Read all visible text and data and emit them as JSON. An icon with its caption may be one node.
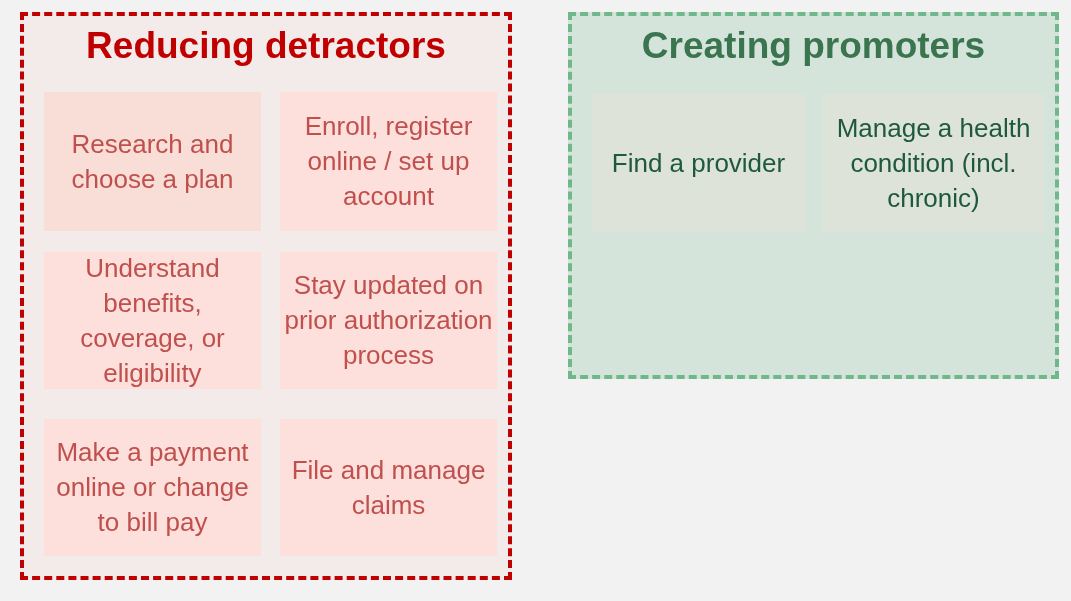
{
  "diagram": {
    "nodes": [
      {
        "text": [
          "Reducing detractors"
        ]
      },
      {
        "text": [
          "Research and choose a plan"
        ],
        "in": 0
      },
      {
        "text": [
          "Enroll, register online / set up account"
        ],
        "in": 0
      },
      {
        "text": [
          "Understand benefits, coverage, or eligibility"
        ],
        "in": 0
      },
      {
        "text": [
          "Stay updated on prior authorization process"
        ],
        "in": 0
      },
      {
        "text": [
          "Make a payment online or change to bill pay"
        ],
        "in": 0
      },
      {
        "text": [
          "File and manage claims"
        ],
        "in": 0
      },
      {
        "text": [
          "Creating promoters"
        ]
      },
      {
        "text": [
          "Find a provider"
        ],
        "in": 7
      },
      {
        "text": [
          "Manage a health condition (incl. chronic)"
        ],
        "in": 7
      }
    ]
  }
}
